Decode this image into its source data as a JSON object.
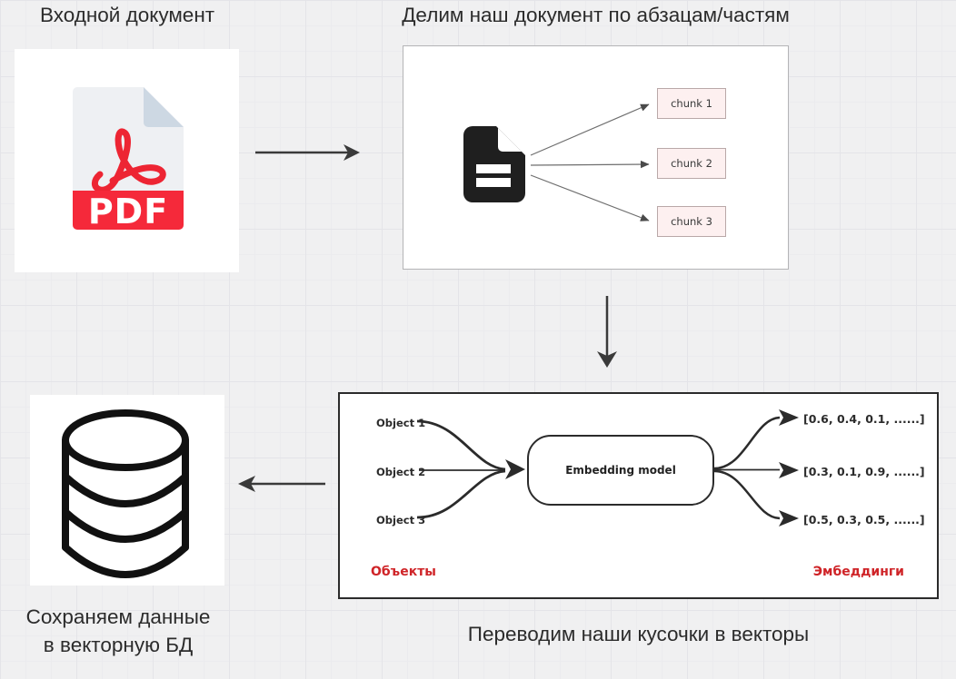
{
  "titles": {
    "input_doc": "Входной документ",
    "chunking": "Делим наш документ по абзацам/частям",
    "embedding_caption": "Переводим наши кусочки в векторы",
    "db_caption_line1": "Сохраняем данные",
    "db_caption_line2": "в векторную БД"
  },
  "pdf": {
    "label": "PDF"
  },
  "chunks": [
    "chunk 1",
    "chunk 2",
    "chunk 3"
  ],
  "embedding": {
    "objects": [
      "Object 1",
      "Object 2",
      "Object 3"
    ],
    "model_label": "Embedding model",
    "vectors": [
      "[0.6, 0.4, 0.1, ......]",
      "[0.3, 0.1, 0.9, ......]",
      "[0.5, 0.3, 0.5, ......]"
    ],
    "objects_caption": "Объекты",
    "embeddings_caption": "Эмбеддинги"
  },
  "colors": {
    "background": "#f0f0f1",
    "accent_red": "#cf2428",
    "pdf_band_red": "#f5293a",
    "pdf_logo_red": "#ed2533",
    "chunk_fill": "#fdf0f0",
    "chunk_border": "#b9a8a8",
    "arrow": "#3a3a3a",
    "icon_black": "#1f1f1f"
  }
}
